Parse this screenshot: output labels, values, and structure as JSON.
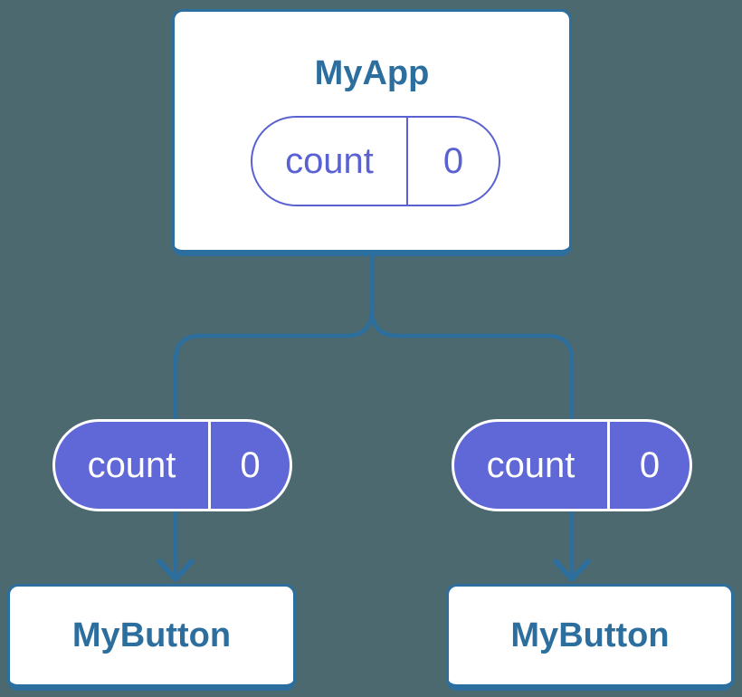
{
  "colors": {
    "background": "#4C6970",
    "line_and_border": "#2C6E9E",
    "title_text": "#2C6E9E",
    "state_pill_outline": "#5A62D2",
    "prop_pill_fill": "#5F68D6",
    "node_background": "#FFFFFF",
    "prop_pill_text": "#FFFFFF"
  },
  "diagram": {
    "parent": {
      "title": "MyApp",
      "state_pill": {
        "label": "count",
        "value": "0"
      }
    },
    "children": [
      {
        "title": "MyButton",
        "prop_pill": {
          "label": "count",
          "value": "0"
        }
      },
      {
        "title": "MyButton",
        "prop_pill": {
          "label": "count",
          "value": "0"
        }
      }
    ]
  }
}
